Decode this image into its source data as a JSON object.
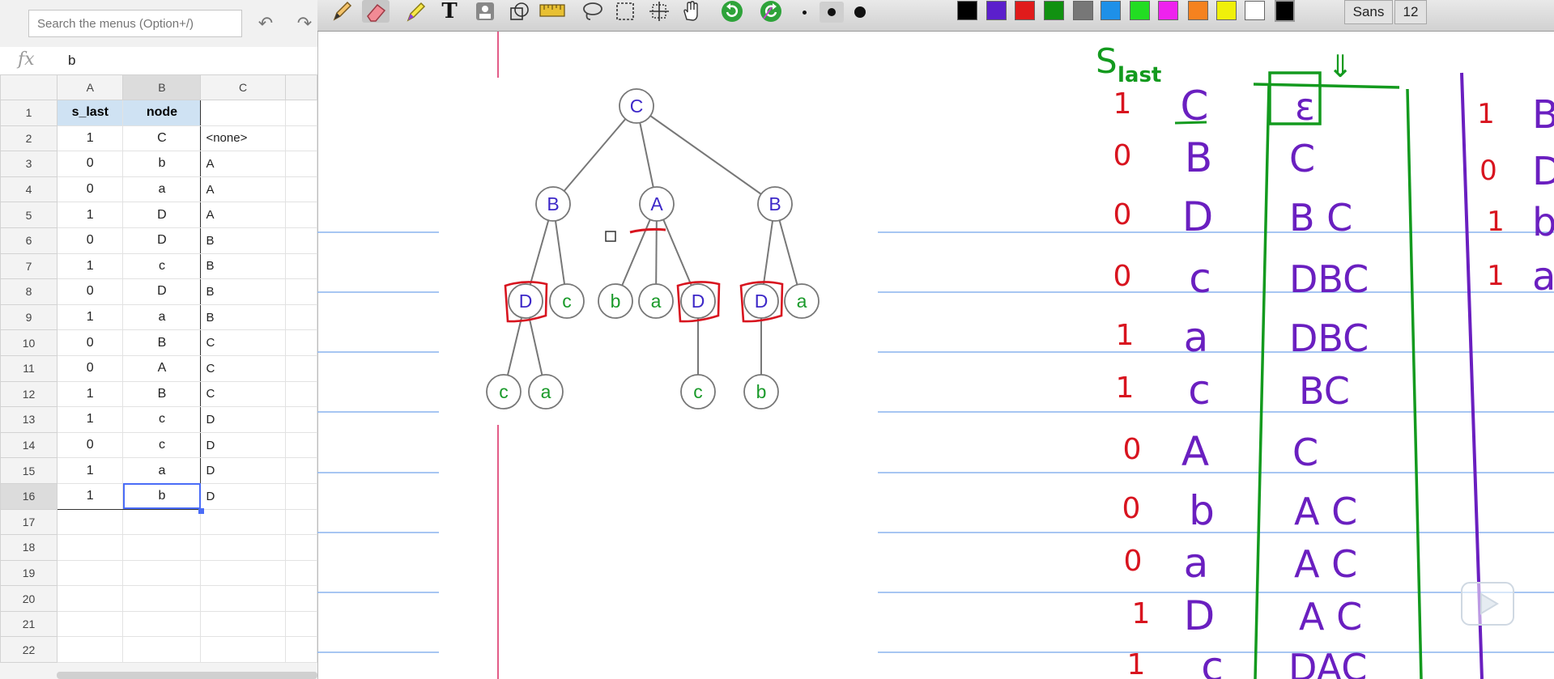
{
  "spreadsheet": {
    "search": {
      "placeholder": "Search the menus (Option+/)"
    },
    "formula": {
      "fx_label": "fx",
      "value": "b"
    },
    "icons": {
      "undo": "undo-icon",
      "redo": "redo-icon"
    },
    "columns": [
      "A",
      "B",
      "C"
    ],
    "header_row": {
      "number": "1",
      "a": "s_last",
      "b": "node",
      "c": ""
    },
    "rows": [
      {
        "number": "2",
        "a": "1",
        "b": "C",
        "c": "<none>"
      },
      {
        "number": "3",
        "a": "0",
        "b": "b",
        "c": "A"
      },
      {
        "number": "4",
        "a": "0",
        "b": "a",
        "c": "A"
      },
      {
        "number": "5",
        "a": "1",
        "b": "D",
        "c": "A"
      },
      {
        "number": "6",
        "a": "0",
        "b": "D",
        "c": "B"
      },
      {
        "number": "7",
        "a": "1",
        "b": "c",
        "c": "B"
      },
      {
        "number": "8",
        "a": "0",
        "b": "D",
        "c": "B"
      },
      {
        "number": "9",
        "a": "1",
        "b": "a",
        "c": "B"
      },
      {
        "number": "10",
        "a": "0",
        "b": "B",
        "c": "C"
      },
      {
        "number": "11",
        "a": "0",
        "b": "A",
        "c": "C"
      },
      {
        "number": "12",
        "a": "1",
        "b": "B",
        "c": "C"
      },
      {
        "number": "13",
        "a": "1",
        "b": "c",
        "c": "D"
      },
      {
        "number": "14",
        "a": "0",
        "b": "c",
        "c": "D"
      },
      {
        "number": "15",
        "a": "1",
        "b": "a",
        "c": "D"
      },
      {
        "number": "16",
        "a": "1",
        "b": "b",
        "c": "D"
      }
    ],
    "empty_row_numbers": [
      "17",
      "18",
      "19",
      "20",
      "21",
      "22"
    ],
    "active_cell": "B16"
  },
  "drawing_app": {
    "toolbar": {
      "tools": [
        "pencil-icon",
        "eraser-icon",
        "highlighter-icon",
        "text-icon",
        "stamp-icon",
        "shapes-icon",
        "ruler-icon",
        "lasso-icon",
        "select-icon",
        "crop-icon",
        "hand-icon",
        "undo-icon",
        "redo-icon"
      ],
      "text_tool_glyph": "T",
      "pen_sizes": [
        "small",
        "medium",
        "large"
      ],
      "selected_pen_size": "medium",
      "colors": [
        "#000000",
        "#5b1fcc",
        "#e01b1b",
        "#119111",
        "#777777",
        "#1e90e8",
        "#22dd22",
        "#ee22ee",
        "#f5821f",
        "#f0f00a",
        "#ffffff",
        "#000000"
      ],
      "font_name": "Sans",
      "font_size": "12"
    },
    "tree": {
      "nodes": [
        {
          "label": "C",
          "color": "#3d28c8"
        },
        {
          "label": "B",
          "color": "#3d28c8"
        },
        {
          "label": "A",
          "color": "#3d28c8"
        },
        {
          "label": "B",
          "color": "#3d28c8"
        },
        {
          "label": "D",
          "color": "#3d28c8"
        },
        {
          "label": "c",
          "color": "#1a9a2a"
        },
        {
          "label": "b",
          "color": "#1a9a2a"
        },
        {
          "label": "a",
          "color": "#1a9a2a"
        },
        {
          "label": "D",
          "color": "#3d28c8"
        },
        {
          "label": "D",
          "color": "#3d28c8"
        },
        {
          "label": "a",
          "color": "#1a9a2a"
        },
        {
          "label": "c",
          "color": "#1a9a2a"
        },
        {
          "label": "a",
          "color": "#1a9a2a"
        },
        {
          "label": "c",
          "color": "#1a9a2a"
        },
        {
          "label": "b",
          "color": "#1a9a2a"
        }
      ],
      "edges": [
        [
          0,
          1
        ],
        [
          0,
          2
        ],
        [
          0,
          3
        ],
        [
          1,
          4
        ],
        [
          1,
          5
        ],
        [
          2,
          6
        ],
        [
          2,
          7
        ],
        [
          2,
          8
        ],
        [
          3,
          9
        ],
        [
          3,
          10
        ],
        [
          4,
          11
        ],
        [
          4,
          12
        ],
        [
          8,
          13
        ],
        [
          9,
          14
        ]
      ],
      "boxed_nodes": [
        4,
        8,
        9
      ]
    },
    "handwriting": {
      "s_label": "S",
      "s_subscript": "last",
      "arrow_glyph": "⇓",
      "s_values": [
        "1",
        "0",
        "0",
        "0",
        "1",
        "1",
        "0",
        "0",
        "0",
        "1",
        "1"
      ],
      "nodes": [
        "C",
        "B",
        "D",
        "c",
        "a",
        "c",
        "A",
        "b",
        "a",
        "D",
        "c"
      ],
      "stack": [
        "ε",
        "C",
        "B C",
        "DBC",
        "DBC",
        "BC",
        "C",
        "A C",
        "A C",
        "A C",
        "DAC"
      ],
      "right_values": [
        "1",
        "0",
        "1",
        "1"
      ],
      "right_letters": [
        "B",
        "D",
        "b",
        "a"
      ]
    },
    "colors": {
      "red": "#d8141f",
      "green": "#139a1e",
      "purple": "#6a1fc0",
      "rule_line": "#8ab4ee",
      "margin_line": "#e04a7a"
    },
    "play_icon": "play-icon"
  }
}
